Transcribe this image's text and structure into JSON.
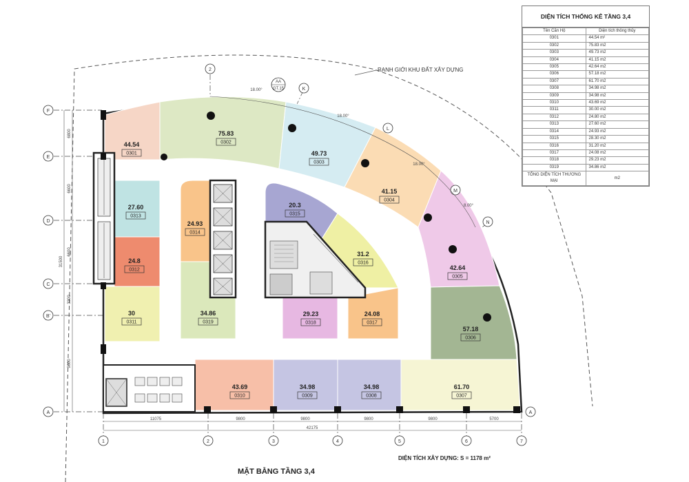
{
  "plan_title": "MẶT BẰNG TẦNG 3,4",
  "construction_area": "DIỆN TÍCH XÂY DỰNG: S = 1178 m²",
  "site_boundary_label": "RANH GIỚI KHU ĐẤT XÂY DỰNG",
  "section_marker": {
    "top": "AA",
    "bottom": "GT.15"
  },
  "units": [
    {
      "code": "0301",
      "area": "44.54",
      "color": "#f6d6c6"
    },
    {
      "code": "0302",
      "area": "75.83",
      "color": "#dde8c4"
    },
    {
      "code": "0303",
      "area": "49.73",
      "color": "#d5ecf2"
    },
    {
      "code": "0304",
      "area": "41.15",
      "color": "#fbdcb4"
    },
    {
      "code": "0305",
      "area": "42.64",
      "color": "#efc9e8"
    },
    {
      "code": "0306",
      "area": "57.18",
      "color": "#a3b693"
    },
    {
      "code": "0307",
      "area": "61.70",
      "color": "#f6f5d4"
    },
    {
      "code": "0308",
      "area": "34.98",
      "color": "#c5c5e3"
    },
    {
      "code": "0309",
      "area": "34.98",
      "color": "#c5c5e3"
    },
    {
      "code": "0310",
      "area": "43.69",
      "color": "#f7bfa8"
    },
    {
      "code": "0311",
      "area": "30",
      "color": "#f0f0b0"
    },
    {
      "code": "0312",
      "area": "24.8",
      "color": "#ee8b6e"
    },
    {
      "code": "0313",
      "area": "27.60",
      "color": "#bfe3e3"
    },
    {
      "code": "0314",
      "area": "24.93",
      "color": "#f9c48a"
    },
    {
      "code": "0315",
      "area": "20.3",
      "color": "#a7a6d2"
    },
    {
      "code": "0316",
      "area": "31.2",
      "color": "#eff0a4"
    },
    {
      "code": "0317",
      "area": "24.08",
      "color": "#f9c48a"
    },
    {
      "code": "0318",
      "area": "29.23",
      "color": "#e7b8e2"
    },
    {
      "code": "0319",
      "area": "34.86",
      "color": "#dbe8bb"
    }
  ],
  "grid_axes": {
    "rows": [
      "F",
      "E",
      "D",
      "C",
      "B'",
      "A"
    ],
    "cols": [
      "1",
      "2",
      "3",
      "4",
      "5",
      "6",
      "7"
    ],
    "curve_axes": [
      "2",
      "K",
      "L",
      "M",
      "N"
    ]
  },
  "dimensions": {
    "bottom": [
      "11075",
      "9800",
      "9800",
      "9800",
      "9800",
      "5700"
    ],
    "bottom_total": "42175",
    "left": [
      "6800",
      "6600",
      "6600",
      "3300",
      "9600"
    ],
    "left_total": "31500",
    "arc": [
      "18.00°",
      "18.00°",
      "18.00°",
      "8.00°"
    ]
  },
  "stats_table": {
    "title": "DIỆN TÍCH THỐNG KÊ TẦNG 3,4",
    "headers": [
      "Tên Căn Hộ",
      "Diện tích thông thủy"
    ],
    "rows": [
      [
        "0301",
        "44.54 m²"
      ],
      [
        "0302",
        "75.83 m2"
      ],
      [
        "0303",
        "49.73 m2"
      ],
      [
        "0304",
        "41.15 m2"
      ],
      [
        "0305",
        "42.64 m2"
      ],
      [
        "0306",
        "57.18 m2"
      ],
      [
        "0307",
        "61.70 m2"
      ],
      [
        "0308",
        "34.98 m2"
      ],
      [
        "0309",
        "34.98 m2"
      ],
      [
        "0310",
        "43.69 m2"
      ],
      [
        "0311",
        "30.00 m2"
      ],
      [
        "0312",
        "24.80 m2"
      ],
      [
        "0313",
        "27.60 m2"
      ],
      [
        "0314",
        "24.93 m2"
      ],
      [
        "0315",
        "28.30 m2"
      ],
      [
        "0316",
        "31.20 m2"
      ],
      [
        "0317",
        "24.08 m2"
      ],
      [
        "0318",
        "29.23 m2"
      ],
      [
        "0319",
        "34.86 m2"
      ]
    ],
    "total_label": "TỔNG DIỆN TÍCH THƯƠNG MẠI",
    "total_value": "m2"
  }
}
